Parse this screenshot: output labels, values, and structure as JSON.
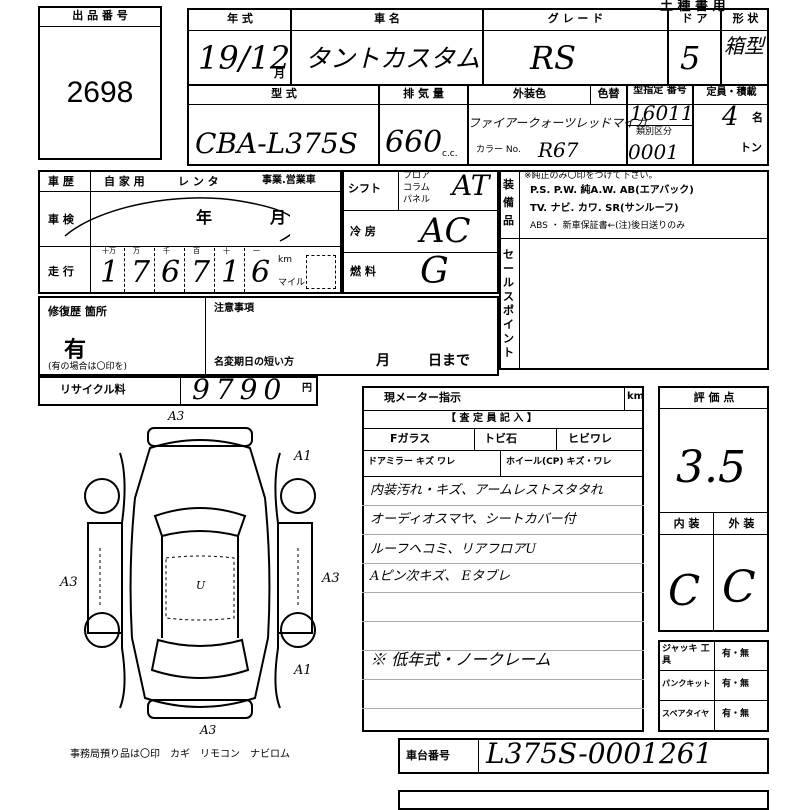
{
  "header": {
    "sheet_type": "土 種 書 用"
  },
  "lot": {
    "label": "出 品 番 号",
    "number": "2698"
  },
  "row1": {
    "year_label": "年 式",
    "year_value": "19/12",
    "year_unit": "月",
    "name_label": "車 名",
    "name_value": "タントカスタム",
    "grade_label": "グ レ ー ド",
    "grade_value": "RS",
    "doors_label": "ド ア",
    "doors_value": "5",
    "shape_label": "形 状",
    "shape_value": "箱型"
  },
  "row2": {
    "model_label": "型 式",
    "model_value": "CBA-L375S",
    "displacement_label": "排 気 量",
    "displacement_value": "660",
    "displacement_unit": "c.c.",
    "color_label": "外装色",
    "color_value": "ファイアークォーツレッドマイカ",
    "color_change_label": "色替",
    "color_no_label": "カラー No.",
    "color_no_value": "R67",
    "cert_label": "型指定 番号",
    "cert_value": "16011",
    "class_label": "類別区分",
    "class_value": "0001",
    "capacity_label": "定員・積載",
    "capacity_value": "4",
    "capacity_unit": "名",
    "load_unit": "トン"
  },
  "history": {
    "label": "車 歴",
    "options": [
      "自 家 用",
      "レ ン タ",
      "事業.営業車"
    ],
    "inspection_label": "車 検",
    "inspection_year": "年",
    "inspection_month": "月",
    "mileage_label": "走 行",
    "digit_units": [
      "十万",
      "万",
      "千",
      "百",
      "十",
      "一"
    ],
    "mileage_digits": [
      "1",
      "7",
      "6",
      "7",
      "1",
      "6"
    ],
    "km_label": "km",
    "mile_label": "マイル"
  },
  "shift": {
    "label": "シフト",
    "options": [
      "フロア",
      "コラム",
      "パネル"
    ],
    "value": "AT"
  },
  "ac": {
    "label": "冷 房",
    "value": "AC"
  },
  "fuel": {
    "label": "燃 料",
    "value": "G"
  },
  "equipment": {
    "label": "装 備 品",
    "note": "※純正のみ〇印をつけて下さい。",
    "line1": "P.S. P.W. 純A.W. AB(エアバック)",
    "line2": "TV. ナビ. カワ. SR(サンルーフ)",
    "line3": "ABS ・ 新車保証書←(注)後日送りのみ"
  },
  "sales_point": {
    "label": "セールスポイント"
  },
  "repair": {
    "label": "修復歴 箇所",
    "value": "有",
    "note": "(有の場合は〇印を)",
    "caution_label": "注意事項",
    "short_deadline": "名変期日の短い方",
    "month": "月",
    "day": "日まで"
  },
  "recycle": {
    "label": "リサイクル料",
    "value": "9790",
    "unit": "円"
  },
  "meter": {
    "label": "現メーター指示",
    "unit": "km",
    "inspector": "【 査 定 員 記 入 】",
    "glass": "Fガラス",
    "stone": "トビ石",
    "crack": "ヒビワレ",
    "mirror": "ドアミラー キズ ワレ",
    "wheel": "ホイール(CP) キズ・ワレ",
    "notes": [
      "内装汚れ・キズ、アームレストスタタれ",
      "オーディオスマヤ、シートカバー付",
      "ルーフヘコミ、リアフロアU",
      "Aピン次キズ、 Eタブレ",
      "※ 低年式・ノークレーム"
    ]
  },
  "diagram": {
    "marks": [
      "A3",
      "A1",
      "A3",
      "A3",
      "U",
      "A1",
      "A3"
    ],
    "footer": "事務局預り品は〇印　カギ　リモコン　ナビロム"
  },
  "score": {
    "label": "評 価 点",
    "value": "3.5",
    "interior_label": "内 装",
    "exterior_label": "外 装",
    "interior": "C",
    "exterior": "C"
  },
  "tools": [
    {
      "label": "ジャッキ 工 具",
      "value": "有・無"
    },
    {
      "label": "パンクキット",
      "value": "有・無"
    },
    {
      "label": "スペアタイヤ",
      "value": "有・無"
    }
  ],
  "chassis": {
    "label": "車台番号",
    "value": "L375S-0001261"
  }
}
